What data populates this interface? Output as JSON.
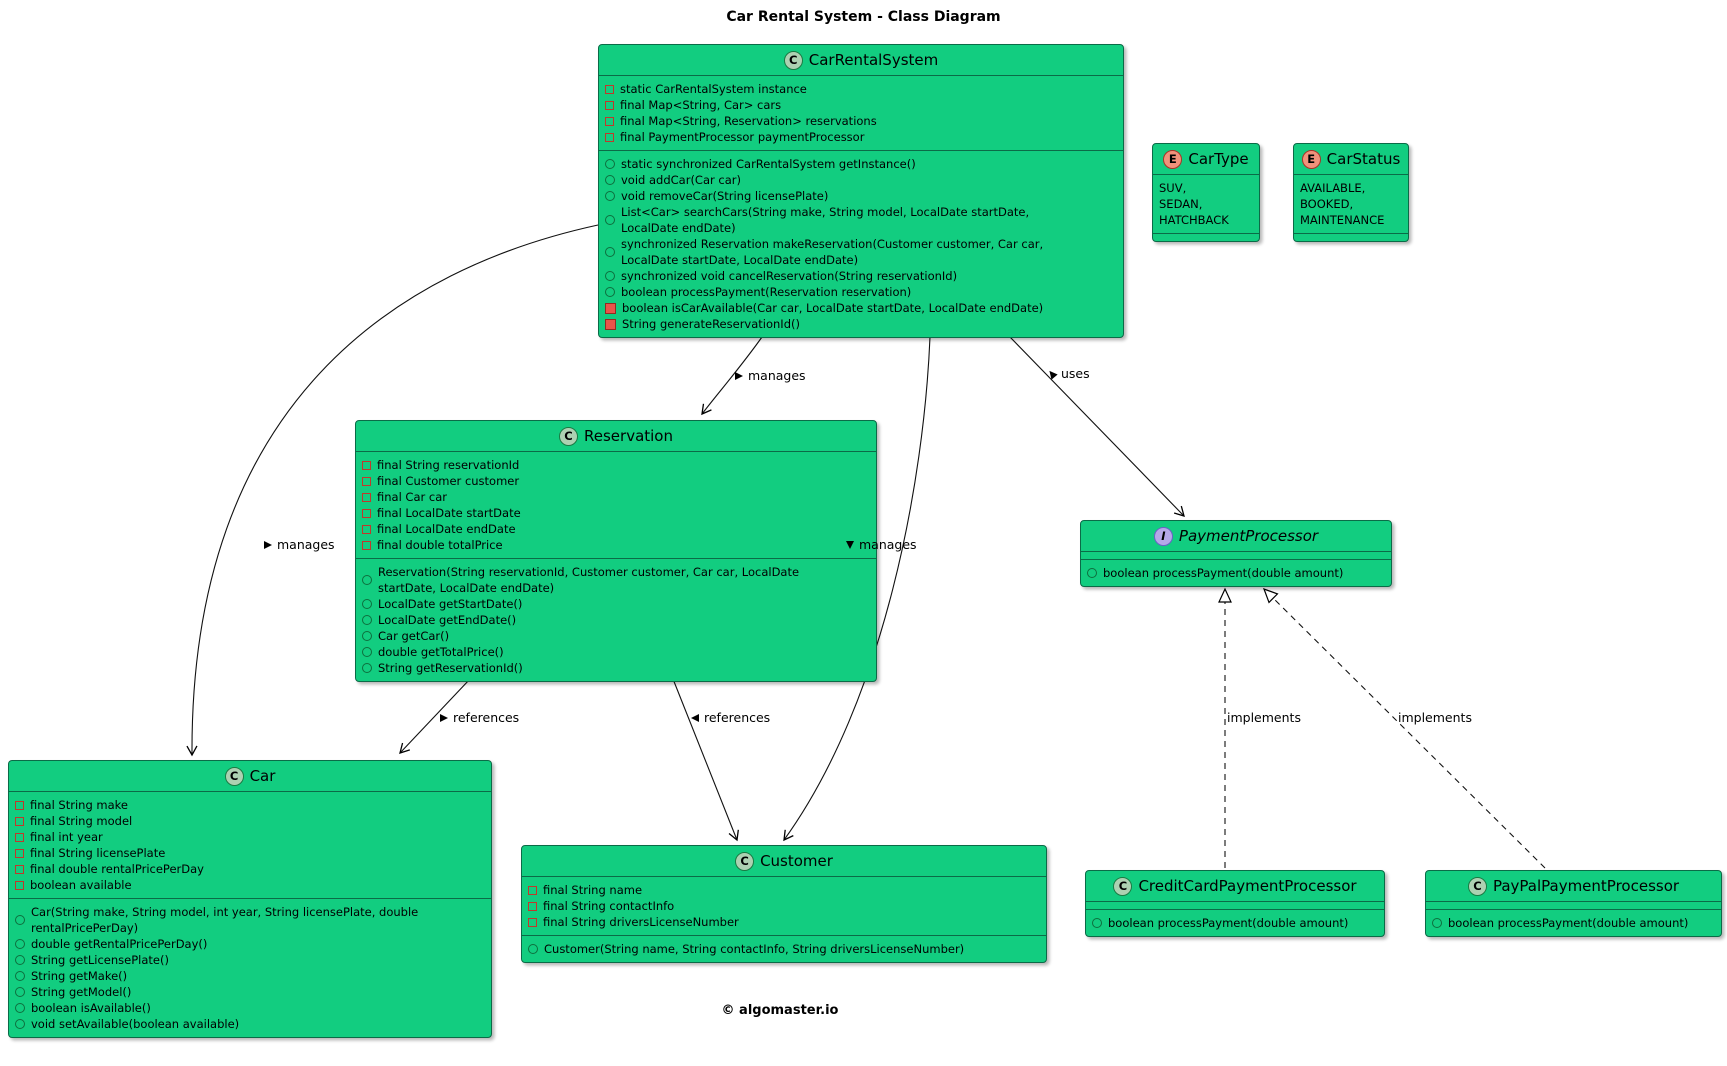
{
  "title": "Car Rental System - Class Diagram",
  "footer": "© algomaster.io",
  "colors": {
    "box_fill": "#12cd80",
    "box_border": "#0b6b47",
    "class_badge": "#ADD1B2",
    "enum_badge": "#F0927B",
    "interface_badge": "#B5A8E8",
    "private_icon_red": "#c0392b",
    "public_icon_green": "#0e6f3e"
  },
  "classes": [
    {
      "kind": "class",
      "badge": "C",
      "name": "CarRentalSystem",
      "fields": [
        {
          "vis": "field",
          "text": "static CarRentalSystem instance"
        },
        {
          "vis": "field",
          "text": "final Map<String, Car> cars"
        },
        {
          "vis": "field",
          "text": "final Map<String, Reservation> reservations"
        },
        {
          "vis": "field",
          "text": "final PaymentProcessor paymentProcessor"
        }
      ],
      "methods": [
        {
          "vis": "pub",
          "text": "static synchronized CarRentalSystem getInstance()"
        },
        {
          "vis": "pub",
          "text": "void addCar(Car car)"
        },
        {
          "vis": "pub",
          "text": "void removeCar(String licensePlate)"
        },
        {
          "vis": "pub",
          "text": "List<Car> searchCars(String make, String model, LocalDate startDate,\nLocalDate endDate)"
        },
        {
          "vis": "pub",
          "text": "synchronized Reservation makeReservation(Customer customer, Car car,\nLocalDate startDate, LocalDate endDate)"
        },
        {
          "vis": "pub",
          "text": "synchronized void cancelReservation(String reservationId)"
        },
        {
          "vis": "pub",
          "text": "boolean processPayment(Reservation reservation)"
        },
        {
          "vis": "priv",
          "text": "boolean isCarAvailable(Car car, LocalDate startDate, LocalDate endDate)"
        },
        {
          "vis": "priv",
          "text": "String generateReservationId()"
        }
      ]
    },
    {
      "kind": "enum",
      "badge": "E",
      "name": "CarType",
      "values": [
        {
          "text": "SUV,"
        },
        {
          "text": "SEDAN,"
        },
        {
          "text": "HATCHBACK"
        }
      ]
    },
    {
      "kind": "enum",
      "badge": "E",
      "name": "CarStatus",
      "values": [
        {
          "text": "AVAILABLE,"
        },
        {
          "text": "BOOKED,"
        },
        {
          "text": "MAINTENANCE"
        }
      ]
    },
    {
      "kind": "class",
      "badge": "C",
      "name": "Reservation",
      "fields": [
        {
          "vis": "field",
          "text": "final String reservationId"
        },
        {
          "vis": "field",
          "text": "final Customer customer"
        },
        {
          "vis": "field",
          "text": "final Car car"
        },
        {
          "vis": "field",
          "text": "final LocalDate startDate"
        },
        {
          "vis": "field",
          "text": "final LocalDate endDate"
        },
        {
          "vis": "field",
          "text": "final double totalPrice"
        }
      ],
      "methods": [
        {
          "vis": "pub",
          "text": "Reservation(String reservationId, Customer customer, Car car, LocalDate\nstartDate, LocalDate endDate)"
        },
        {
          "vis": "pub",
          "text": "LocalDate getStartDate()"
        },
        {
          "vis": "pub",
          "text": "LocalDate getEndDate()"
        },
        {
          "vis": "pub",
          "text": "Car getCar()"
        },
        {
          "vis": "pub",
          "text": "double getTotalPrice()"
        },
        {
          "vis": "pub",
          "text": "String getReservationId()"
        }
      ]
    },
    {
      "kind": "interface",
      "badge": "I",
      "name": "PaymentProcessor",
      "methods": [
        {
          "vis": "pub",
          "text": "boolean processPayment(double amount)"
        }
      ]
    },
    {
      "kind": "class",
      "badge": "C",
      "name": "Car",
      "fields": [
        {
          "vis": "field",
          "text": "final String make"
        },
        {
          "vis": "field",
          "text": "final String model"
        },
        {
          "vis": "field",
          "text": "final int year"
        },
        {
          "vis": "field",
          "text": "final String licensePlate"
        },
        {
          "vis": "field",
          "text": "final double rentalPricePerDay"
        },
        {
          "vis": "field",
          "text": "boolean available"
        }
      ],
      "methods": [
        {
          "vis": "pub",
          "text": "Car(String make, String model, int year, String licensePlate, double\nrentalPricePerDay)"
        },
        {
          "vis": "pub",
          "text": "double getRentalPricePerDay()"
        },
        {
          "vis": "pub",
          "text": "String getLicensePlate()"
        },
        {
          "vis": "pub",
          "text": "String getMake()"
        },
        {
          "vis": "pub",
          "text": "String getModel()"
        },
        {
          "vis": "pub",
          "text": "boolean isAvailable()"
        },
        {
          "vis": "pub",
          "text": "void setAvailable(boolean available)"
        }
      ]
    },
    {
      "kind": "class",
      "badge": "C",
      "name": "Customer",
      "fields": [
        {
          "vis": "field",
          "text": "final String name"
        },
        {
          "vis": "field",
          "text": "final String contactInfo"
        },
        {
          "vis": "field",
          "text": "final String driversLicenseNumber"
        }
      ],
      "methods": [
        {
          "vis": "pub",
          "text": "Customer(String name, String contactInfo, String driversLicenseNumber)"
        }
      ]
    },
    {
      "kind": "class",
      "badge": "C",
      "name": "CreditCardPaymentProcessor",
      "methods": [
        {
          "vis": "pub",
          "text": "boolean processPayment(double amount)"
        }
      ]
    },
    {
      "kind": "class",
      "badge": "C",
      "name": "PayPalPaymentProcessor",
      "methods": [
        {
          "vis": "pub",
          "text": "boolean processPayment(double amount)"
        }
      ]
    }
  ],
  "edge_labels": [
    {
      "text": "manages",
      "marker": "right"
    },
    {
      "text": "uses",
      "marker": "up-left"
    },
    {
      "text": "manages",
      "marker": "right"
    },
    {
      "text": "manages",
      "marker": "down"
    },
    {
      "text": "references",
      "marker": "right"
    },
    {
      "text": "references",
      "marker": "left"
    },
    {
      "text": "implements",
      "marker": "none"
    },
    {
      "text": "implements",
      "marker": "none"
    }
  ]
}
